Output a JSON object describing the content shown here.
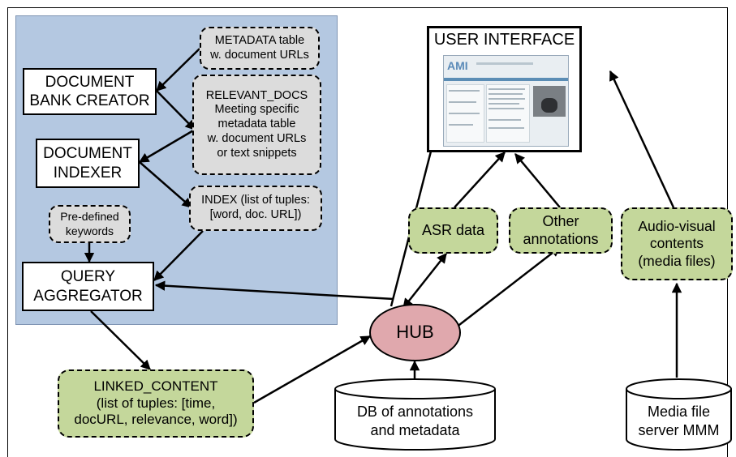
{
  "nodes": {
    "metadata_table": "METADATA table\nw. document URLs",
    "document_bank_creator": "DOCUMENT\nBANK CREATOR",
    "relevant_docs": "RELEVANT_DOCS\nMeeting specific\nmetadata table\nw. document URLs\nor text snippets",
    "document_indexer": "DOCUMENT\nINDEXER",
    "index": "INDEX (list of tuples:\n[word, doc. URL])",
    "predefined_keywords": "Pre-defined\nkeywords",
    "query_aggregator": "QUERY\nAGGREGATOR",
    "linked_content": "LINKED_CONTENT\n(list of tuples: [time,\ndocURL, relevance, word])",
    "hub": "HUB",
    "db": "DB of annotations\nand metadata",
    "user_interface": "USER INTERFACE",
    "asr_data": "ASR data",
    "other_annotations": "Other\nannotations",
    "audio_visual": "Audio-visual\ncontents\n(media files)",
    "media_server": "Media file\nserver MMM"
  },
  "colors": {
    "panel": "#b4c8e1",
    "green": "#c4d79b",
    "gray": "#dcdcdc",
    "hub": "#e0a8ad"
  },
  "edges": [
    [
      "metadata_table",
      "document_bank_creator"
    ],
    [
      "document_bank_creator",
      "relevant_docs"
    ],
    [
      "relevant_docs",
      "document_indexer"
    ],
    [
      "document_indexer",
      "index"
    ],
    [
      "index",
      "query_aggregator"
    ],
    [
      "predefined_keywords",
      "query_aggregator"
    ],
    [
      "query_aggregator",
      "linked_content"
    ],
    [
      "hub",
      "query_aggregator"
    ],
    [
      "linked_content",
      "hub"
    ],
    [
      "hub",
      "user_interface"
    ],
    [
      "hub",
      "asr_data"
    ],
    [
      "hub",
      "other_annotations"
    ],
    [
      "hub",
      "db"
    ],
    [
      "asr_data",
      "user_interface"
    ],
    [
      "other_annotations",
      "user_interface"
    ],
    [
      "audio_visual",
      "user_interface"
    ],
    [
      "media_server",
      "audio_visual"
    ]
  ]
}
